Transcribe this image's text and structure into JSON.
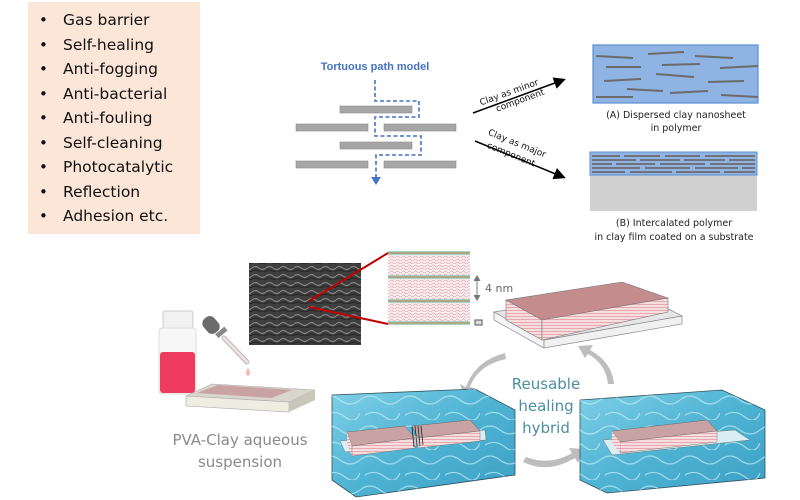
{
  "properties_list": {
    "items": [
      "Gas barrier",
      "Self-healing",
      "Anti-fogging",
      "Anti-bacterial",
      "Anti-fouling",
      "Self-cleaning",
      "Photocatalytic",
      "Reflection",
      "Adhesion etc."
    ],
    "background_color": "#fbe6d8"
  },
  "tortuous_model": {
    "title": "Tortuous path model",
    "path_color": "#4472c4",
    "sheet_color": "#a6a6a6"
  },
  "arrows": {
    "minor": {
      "line1": "Clay as minor",
      "line2": "component"
    },
    "major": {
      "line1": "Clay as major",
      "line2": "component"
    }
  },
  "structures": {
    "a": {
      "line1": "(A) Dispersed clay nanosheet",
      "line2": "in polymer",
      "fill": "#8fb4e3"
    },
    "b": {
      "line1": "(B) Intercalated polymer",
      "line2": "in clay film coated on a substrate",
      "substrate": "#d0d0d0"
    }
  },
  "layered_inset": {
    "spacing_label": "4 nm",
    "connector_color": "#c00000"
  },
  "process": {
    "suspension_label_line1": "PVA-Clay aqueous",
    "suspension_label_line2": "suspension",
    "cycle_line1": "Reusable",
    "cycle_line2": "healing",
    "cycle_line3": "hybrid",
    "film_color": "#c48c8c",
    "water_color": "#5bbad6"
  }
}
